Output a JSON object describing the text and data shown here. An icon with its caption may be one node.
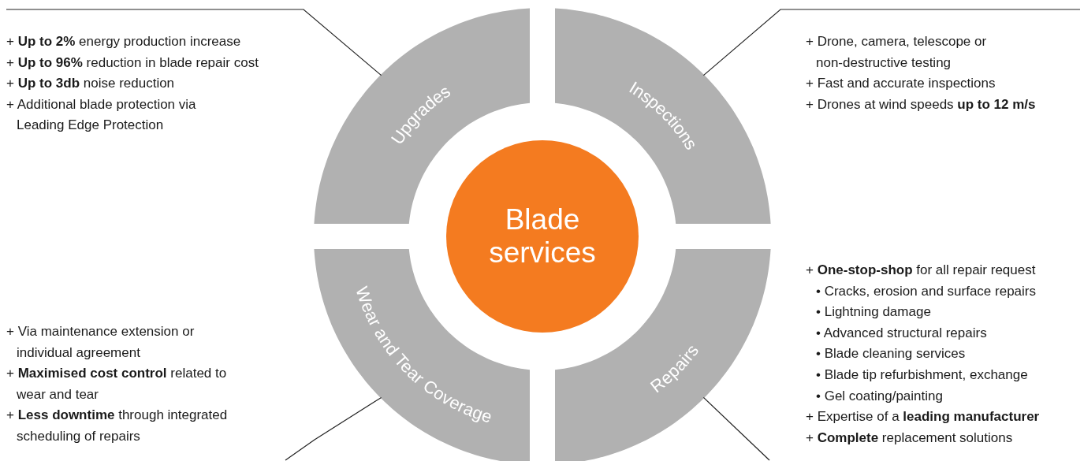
{
  "diagram": {
    "nodes": [
      {
        "text": [
          "+ **Up to 2%** energy production increase",
          "+ **Up to 96%** reduction in blade repair cost",
          "+ **Up to 3db** noise reduction",
          "+ Additional blade protection via Leading Edge Protection"
        ]
      },
      {
        "text": [
          "Upgrades"
        ]
      },
      {
        "text": [
          "Inspections"
        ]
      },
      {
        "text": [
          "+ Drone, camera, telescope or non-destructive testing",
          "+ Fast and accurate inspections",
          "+ Drones at wind speeds **up to 12 m/s**"
        ]
      },
      {
        "text": [
          "Blade services"
        ]
      },
      {
        "text": [
          "Wear and Tear Coverage"
        ]
      },
      {
        "text": [
          "Repairs"
        ]
      },
      {
        "text": [
          "+ Via maintenance extension or individual agreement",
          "+ **Maximised cost control** related to wear and tear",
          "+ **Less downtime** through integrated scheduling of repairs"
        ]
      },
      {
        "text": [
          "+ **One-stop-shop** for all repair request",
          "• Cracks, erosion and surface repairs",
          "• Lightning damage",
          "• Advanced structural repairs",
          "• Blade cleaning services",
          "• Blade tip refurbishment, exchange",
          "• Gel coating/painting",
          "+ Expertise of a **leading manufacturer**",
          "+ **Complete** replacement solutions"
        ]
      }
    ],
    "edges": [
      {
        "from": 0,
        "to": 1,
        "arrow": "none"
      },
      {
        "from": 3,
        "to": 2,
        "arrow": "none"
      },
      {
        "from": 7,
        "to": 5,
        "arrow": "none"
      },
      {
        "from": 8,
        "to": 6,
        "arrow": "none"
      }
    ]
  }
}
